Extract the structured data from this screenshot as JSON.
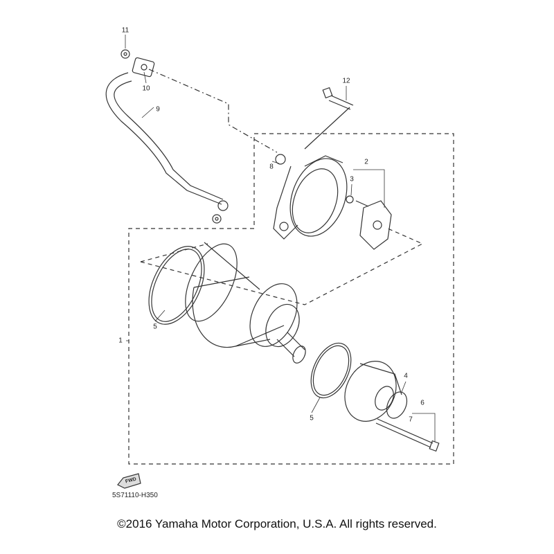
{
  "diagram": {
    "part_labels": [
      {
        "id": "l11",
        "text": "11"
      },
      {
        "id": "l10",
        "text": "10"
      },
      {
        "id": "l9",
        "text": "9"
      },
      {
        "id": "l12",
        "text": "12"
      },
      {
        "id": "l8",
        "text": "8"
      },
      {
        "id": "l2",
        "text": "2"
      },
      {
        "id": "l3",
        "text": "3"
      },
      {
        "id": "l5a",
        "text": "5"
      },
      {
        "id": "l1",
        "text": "1"
      },
      {
        "id": "l4",
        "text": "4"
      },
      {
        "id": "l6",
        "text": "6"
      },
      {
        "id": "l7",
        "text": "7"
      },
      {
        "id": "l5b",
        "text": "5"
      }
    ],
    "fwd_marker": "FWD",
    "diagram_code": "5S71110-H350"
  },
  "footer": {
    "copyright": "©2016 Yamaha Motor Corporation, U.S.A. All rights reserved."
  }
}
